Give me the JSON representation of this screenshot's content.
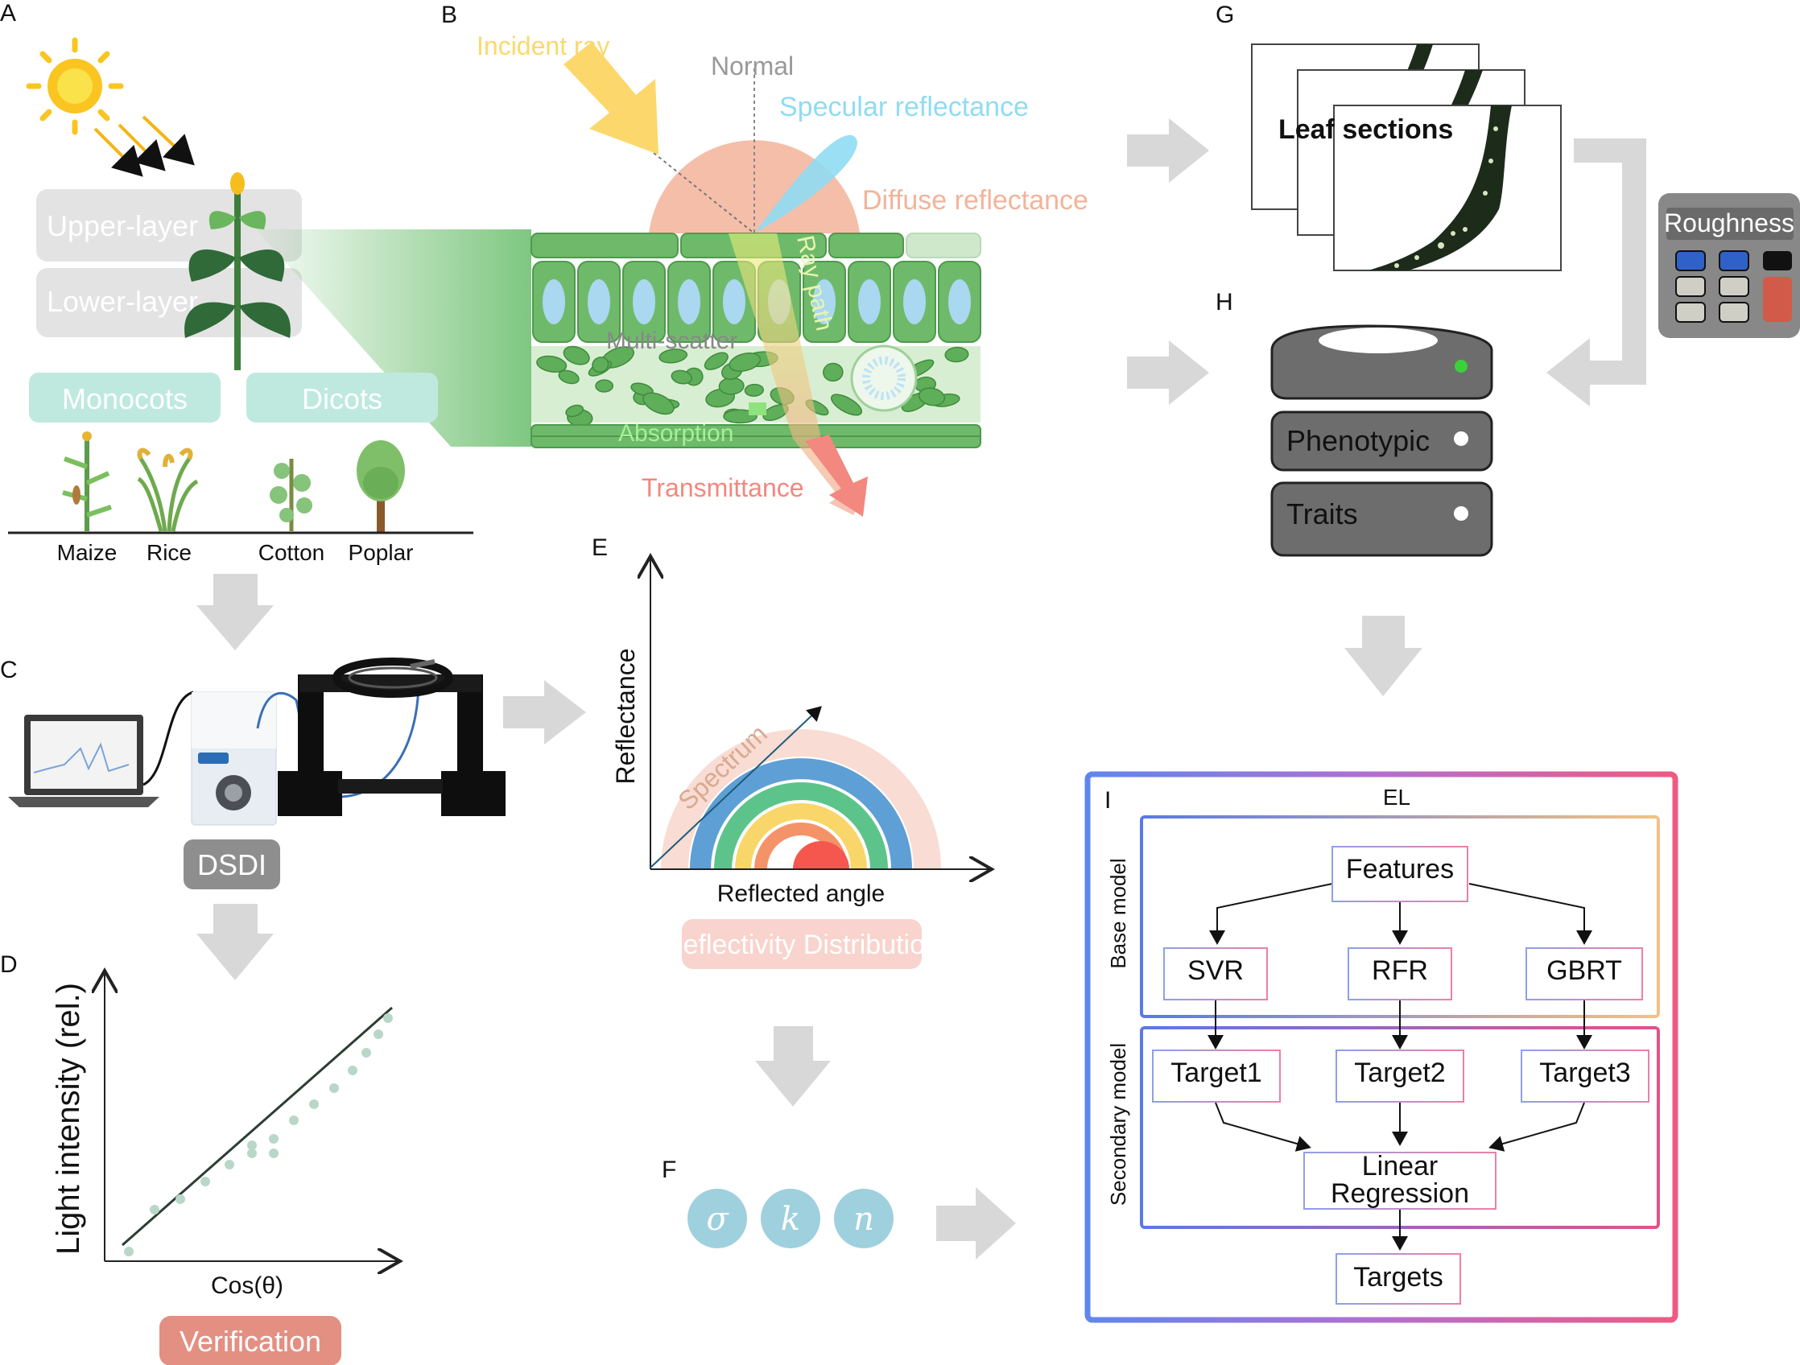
{
  "panels": {
    "A": "A",
    "B": "B",
    "C": "C",
    "D": "D",
    "E": "E",
    "F": "F",
    "G": "G",
    "H": "H",
    "I": "I"
  },
  "panel_a": {
    "upper_layer": "Upper-layer",
    "lower_layer": "Lower-layer",
    "monocots": "Monocots",
    "dicots": "Dicots",
    "plants": [
      "Maize",
      "Rice",
      "Cotton",
      "Poplar"
    ]
  },
  "panel_b": {
    "incident_ray": "Incident ray",
    "normal": "Normal",
    "specular": "Specular reflectance",
    "diffuse": "Diffuse reflectance",
    "ray_path": "Ray path",
    "multi_scatter": "Multi-scatter",
    "absorption": "Absorption",
    "transmittance": "Transmittance"
  },
  "panel_c": {
    "device": "DSDI"
  },
  "panel_d": {
    "ylabel": "Light intensity (rel.)",
    "xlabel": "Cos(θ)",
    "badge": "Verification"
  },
  "panel_e": {
    "ylabel": "Reflectance",
    "xlabel": "Reflected angle",
    "spectrum": "Spectrum",
    "badge": "Reflectivity Distribution"
  },
  "panel_f": {
    "params": [
      "σ",
      "k",
      "n"
    ]
  },
  "panel_g": {
    "label": "Leaf sections"
  },
  "panel_h": {
    "disk1": "Phenotypic",
    "disk2": "Traits"
  },
  "roughness": {
    "label": "Roughness"
  },
  "panel_i": {
    "el": "EL",
    "base_model": "Base model",
    "secondary_model": "Secondary model",
    "features": "Features",
    "base": [
      "SVR",
      "RFR",
      "GBRT"
    ],
    "targets": [
      "Target1",
      "Target2",
      "Target3"
    ],
    "lr1": "Linear",
    "lr2": "Regression",
    "output": "Targets"
  },
  "colors": {
    "arrow_gray": "#d8d8d8",
    "leaf_green": "#6fba6a",
    "badge_teal": "#bfe9df",
    "badge_salmon": "#e38f82",
    "badge_pink": "#f9d3cd",
    "param_blue": "#9fd0de",
    "flow_blue": "#5f7fe0",
    "flow_pink": "#e9557d"
  }
}
